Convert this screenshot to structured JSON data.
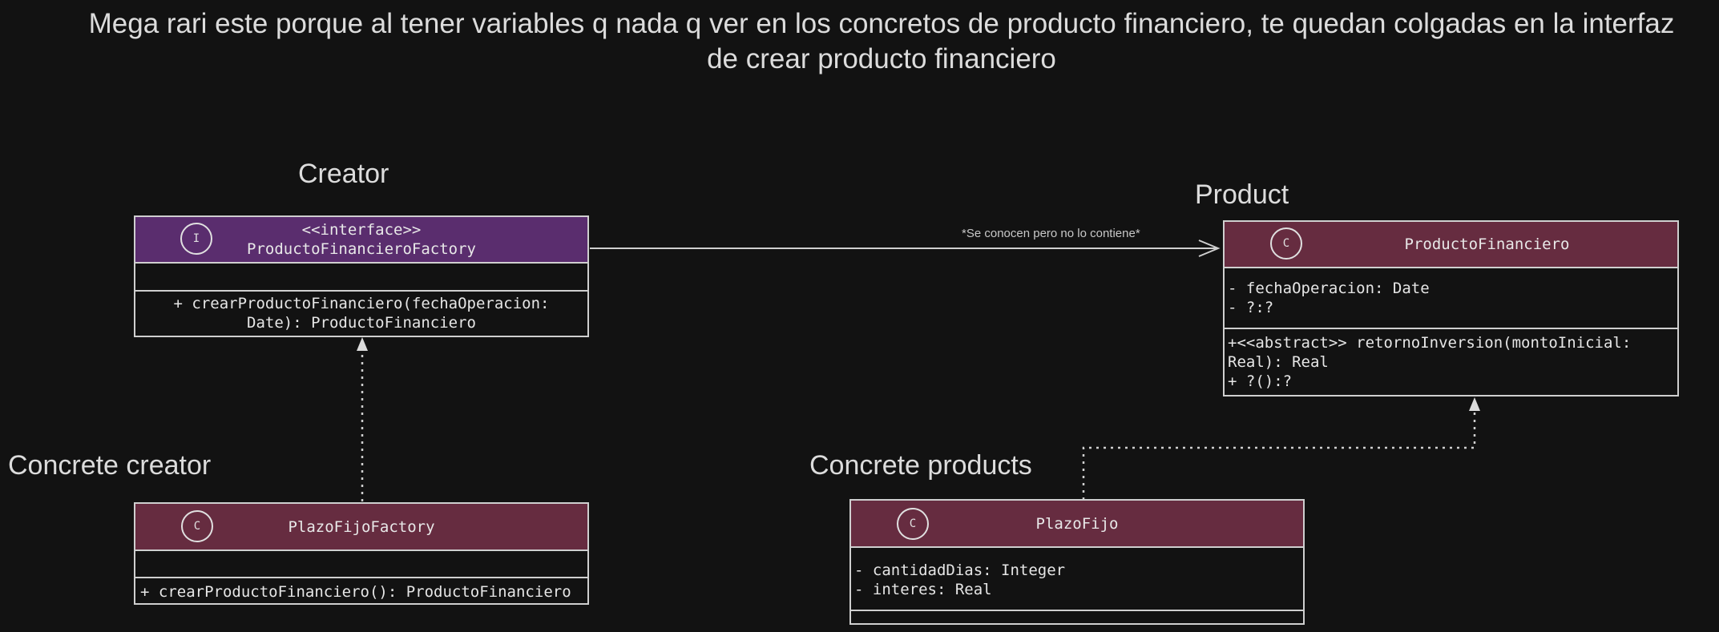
{
  "note": {
    "line1": "Mega rari este porque al tener variables q nada q ver en los concretos de producto financiero, te quedan colgadas en la interfaz",
    "line2": "de crear producto financiero"
  },
  "labels": {
    "creator": "Creator",
    "product": "Product",
    "concrete_creator": "Concrete creator",
    "concrete_products": "Concrete products"
  },
  "factory_interface": {
    "icon": "I",
    "stereotype": "<<interface>>",
    "name": "ProductoFinancieroFactory",
    "methods": [
      "+ crearProductoFinanciero(fechaOperacion:",
      "Date): ProductoFinanciero"
    ]
  },
  "producto_financiero": {
    "icon": "C",
    "name": "ProductoFinanciero",
    "attributes": [
      "- fechaOperacion: Date",
      "- ?:?"
    ],
    "methods": [
      "+<<abstract>> retornoInversion(montoInicial:",
      "Real): Real",
      "+ ?():?"
    ]
  },
  "plazo_fijo_factory": {
    "icon": "C",
    "name": "PlazoFijoFactory",
    "methods": [
      "+ crearProductoFinanciero(): ProductoFinanciero"
    ]
  },
  "plazo_fijo": {
    "icon": "C",
    "name": "PlazoFijo",
    "attributes": [
      "- cantidadDias: Integer",
      "- interes: Real"
    ]
  },
  "association": {
    "label": "*Se conocen pero no lo contiene*"
  },
  "colors": {
    "background": "#121212",
    "interface_header": "#5a2d6e",
    "class_header": "#662c40",
    "stroke": "#cfcfcf"
  }
}
